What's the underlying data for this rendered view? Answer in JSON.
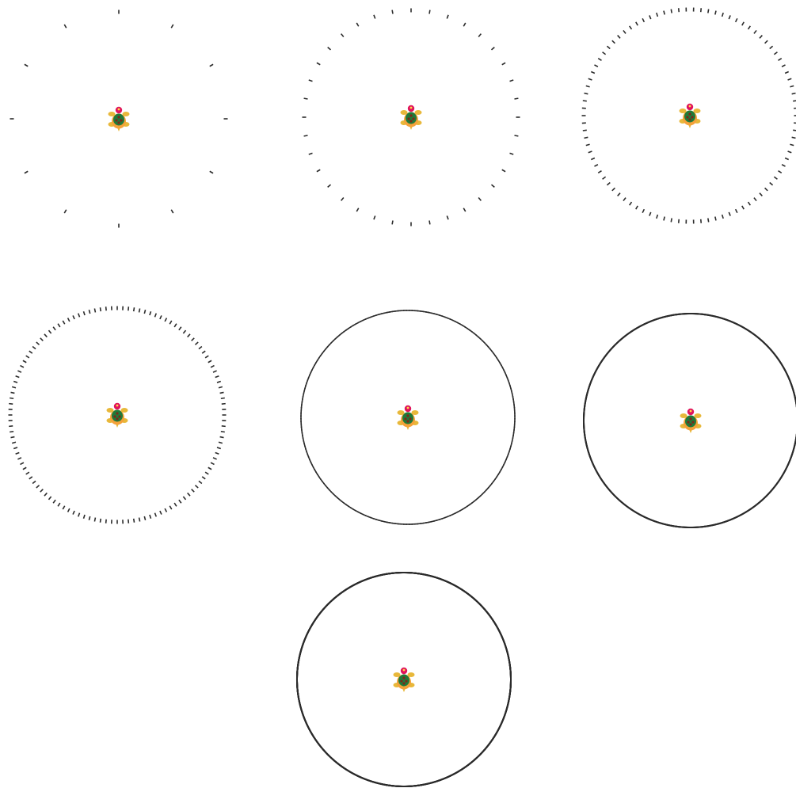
{
  "panels": [
    {
      "name": "circle-panel-1",
      "tick_count": 12
    },
    {
      "name": "circle-panel-2",
      "tick_count": 36
    },
    {
      "name": "circle-panel-3",
      "tick_count": 90
    },
    {
      "name": "circle-panel-4",
      "tick_count": 120
    },
    {
      "name": "circle-panel-5",
      "tick_count": 240
    },
    {
      "name": "circle-panel-6",
      "tick_count": 480
    },
    {
      "name": "circle-panel-7",
      "tick_count": 960
    }
  ],
  "colors": {
    "background": "#ffffff",
    "tick": "#2b2b2b",
    "turtle_shell": "#1f7a3a",
    "turtle_shell_pattern": "#7a2a1a",
    "turtle_body": "#f4a23a",
    "turtle_head": "#e0145c",
    "turtle_head_dot": "#ffd84a",
    "turtle_legs": "#e8b83a"
  },
  "icon": "turtle-icon"
}
